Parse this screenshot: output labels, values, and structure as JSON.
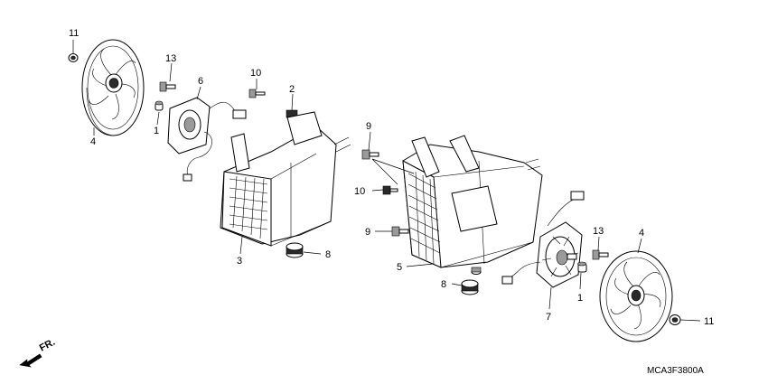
{
  "diagram": {
    "code": "MCA3F3800A",
    "direction_label": "FR.",
    "callouts": {
      "left_11": "11",
      "left_4": "4",
      "left_13": "13",
      "left_1": "1",
      "left_6": "6",
      "left_10": "10",
      "left_2": "2",
      "left_3": "3",
      "left_8": "8",
      "right_9_top": "9",
      "right_10": "10",
      "right_9_bottom": "9",
      "right_5": "5",
      "right_8": "8",
      "right_13": "13",
      "right_4": "4",
      "right_1": "1",
      "right_7": "7",
      "right_11": "11"
    }
  }
}
